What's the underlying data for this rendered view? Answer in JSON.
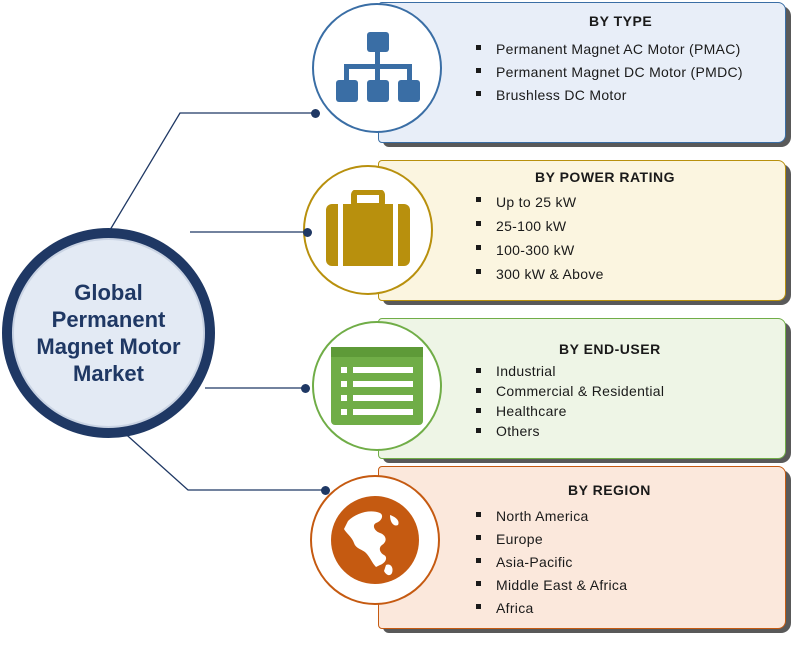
{
  "center": {
    "title": "Global\nPermanent\nMagnet Motor\nMarket"
  },
  "segments": [
    {
      "title": "BY TYPE",
      "icon": "hierarchy-icon",
      "accent": "#3a6ea5",
      "bg": "#e8eef8",
      "items": [
        "Permanent Magnet AC Motor (PMAC)",
        "Permanent Magnet DC Motor (PMDC)",
        "Brushless DC Motor"
      ]
    },
    {
      "title": "BY POWER RATING",
      "icon": "briefcase-icon",
      "accent": "#b8900d",
      "bg": "#fbf5e0",
      "items": [
        "Up to 25 kW",
        "25-100 kW",
        "100-300 kW",
        "300 kW & Above"
      ]
    },
    {
      "title": "BY END-USER",
      "icon": "list-document-icon",
      "accent": "#70ad47",
      "bg": "#eef5e6",
      "items": [
        "Industrial",
        "Commercial & Residential",
        "Healthcare",
        "Others"
      ]
    },
    {
      "title": "BY REGION",
      "icon": "globe-icon",
      "accent": "#c55a11",
      "bg": "#fbe8dc",
      "items": [
        "North America",
        "Europe",
        "Asia-Pacific",
        "Middle East & Africa",
        "Africa"
      ]
    }
  ]
}
